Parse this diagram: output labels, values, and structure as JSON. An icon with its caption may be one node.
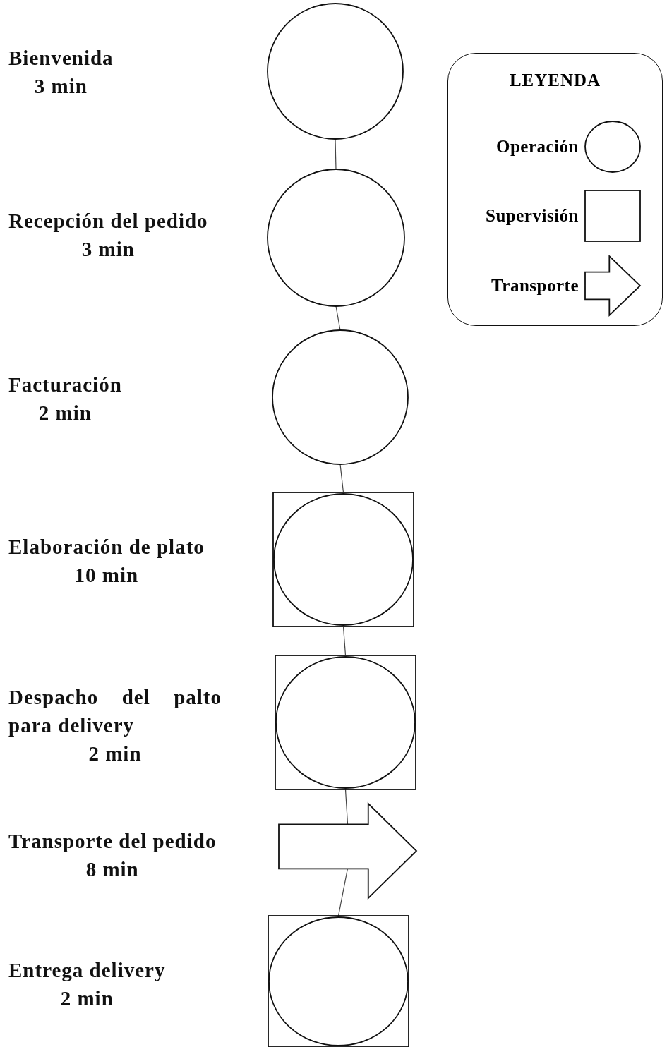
{
  "diagram": {
    "nodes": [
      {
        "text": [],
        "shape": "circle",
        "beside": [
          "Bienvenida",
          "3 min"
        ]
      },
      {
        "text": [],
        "shape": "circle",
        "beside": [
          "Recepción del pedido",
          "3 min"
        ]
      },
      {
        "text": [],
        "shape": "circle",
        "beside": [
          "Facturación",
          "2 min"
        ]
      },
      {
        "text": [],
        "shape": "box",
        "beside": [
          "Elaboración de plato",
          "10 min"
        ]
      },
      {
        "text": [],
        "shape": "box",
        "beside": [
          "Despacho del palto para delivery",
          "2 min"
        ]
      },
      {
        "text": [],
        "shape": "arrow",
        "beside": [
          "Transporte del pedido",
          "8 min"
        ]
      },
      {
        "text": [],
        "shape": "box",
        "beside": [
          "Entrega delivery",
          "2 min"
        ]
      }
    ],
    "edges": [
      {
        "from": 0,
        "to": 1,
        "arrow": "none"
      },
      {
        "from": 1,
        "to": 2,
        "arrow": "none"
      },
      {
        "from": 2,
        "to": 3,
        "arrow": "none"
      },
      {
        "from": 3,
        "to": 4,
        "arrow": "none"
      },
      {
        "from": 4,
        "to": 5,
        "arrow": "none"
      },
      {
        "from": 5,
        "to": 6,
        "arrow": "none"
      }
    ],
    "labels": [
      "LEYENDA"
    ],
    "legend": [
      {
        "text": "Operación"
      },
      {
        "text": "Supervisión"
      },
      {
        "text": "Transporte"
      }
    ]
  }
}
